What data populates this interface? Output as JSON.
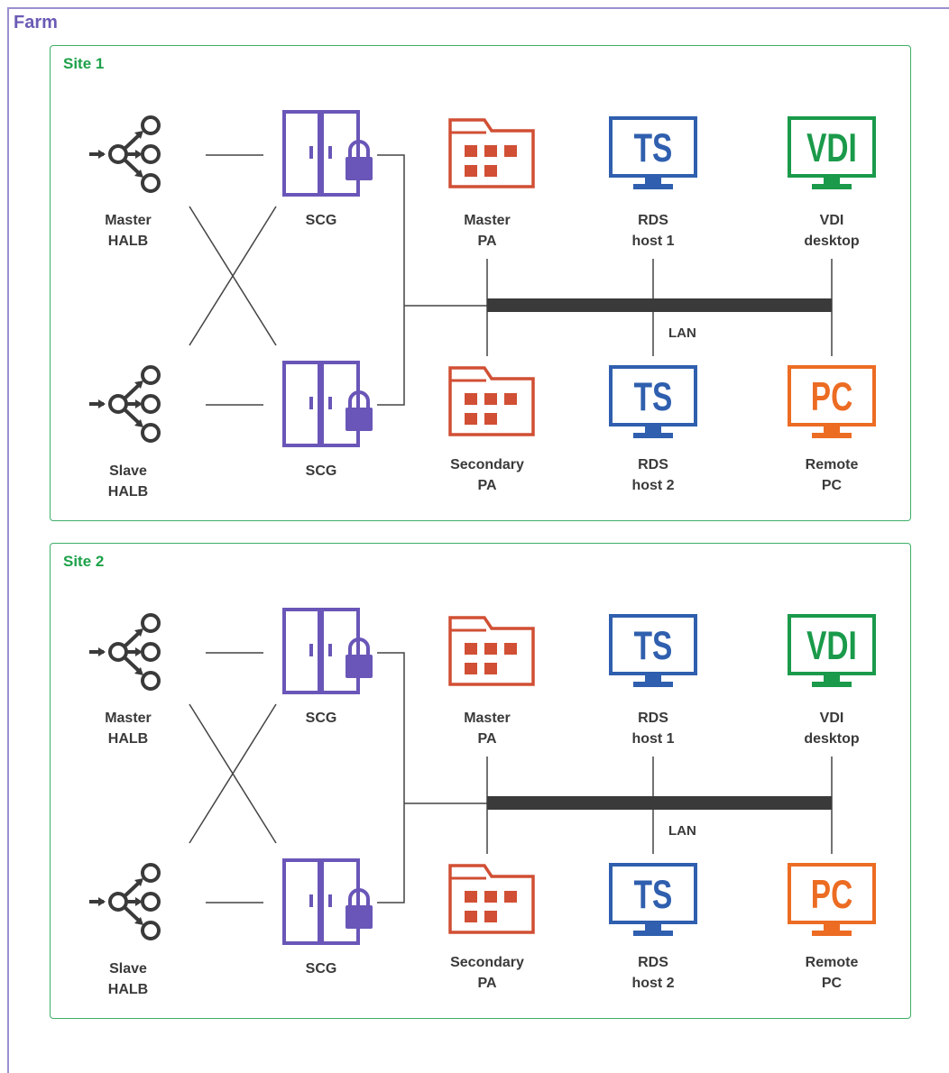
{
  "farm": {
    "title": "Farm",
    "border_color": "#9b8fcf",
    "title_color": "#6b5bb5"
  },
  "colors": {
    "site_border": "#3fae69",
    "site_title": "#1ea14a",
    "halb": "#3a3a3a",
    "scg": "#6a56b8",
    "pa": "#d14f34",
    "rds": "#2f5fae",
    "vdi": "#1a9a4a",
    "pc": "#ec6c23",
    "lan": "#3a3a3a"
  },
  "icons": {
    "halb": "load-balancer-icon",
    "scg": "secure-gateway-icon",
    "pa": "folder-icon",
    "rds": "monitor-icon",
    "vdi": "monitor-icon",
    "pc": "monitor-icon"
  },
  "sites": [
    {
      "title": "Site 1",
      "master_halb": {
        "line1": "Master",
        "line2": "HALB"
      },
      "slave_halb": {
        "line1": "Slave",
        "line2": "HALB"
      },
      "scg_top": {
        "label": "SCG"
      },
      "scg_bottom": {
        "label": "SCG"
      },
      "master_pa": {
        "line1": "Master",
        "line2": "PA"
      },
      "secondary_pa": {
        "line1": "Secondary",
        "line2": "PA"
      },
      "rds1": {
        "screen": "TS",
        "line1": "RDS",
        "line2": "host 1"
      },
      "rds2": {
        "screen": "TS",
        "line1": "RDS",
        "line2": "host 2"
      },
      "vdi": {
        "screen": "VDI",
        "line1": "VDI",
        "line2": "desktop"
      },
      "pc": {
        "screen": "PC",
        "line1": "Remote",
        "line2": "PC"
      },
      "lan": "LAN"
    },
    {
      "title": "Site 2",
      "master_halb": {
        "line1": "Master",
        "line2": "HALB"
      },
      "slave_halb": {
        "line1": "Slave",
        "line2": "HALB"
      },
      "scg_top": {
        "label": "SCG"
      },
      "scg_bottom": {
        "label": "SCG"
      },
      "master_pa": {
        "line1": "Master",
        "line2": "PA"
      },
      "secondary_pa": {
        "line1": "Secondary",
        "line2": "PA"
      },
      "rds1": {
        "screen": "TS",
        "line1": "RDS",
        "line2": "host 1"
      },
      "rds2": {
        "screen": "TS",
        "line1": "RDS",
        "line2": "host 2"
      },
      "vdi": {
        "screen": "VDI",
        "line1": "VDI",
        "line2": "desktop"
      },
      "pc": {
        "screen": "PC",
        "line1": "Remote",
        "line2": "PC"
      },
      "lan": "LAN"
    }
  ]
}
